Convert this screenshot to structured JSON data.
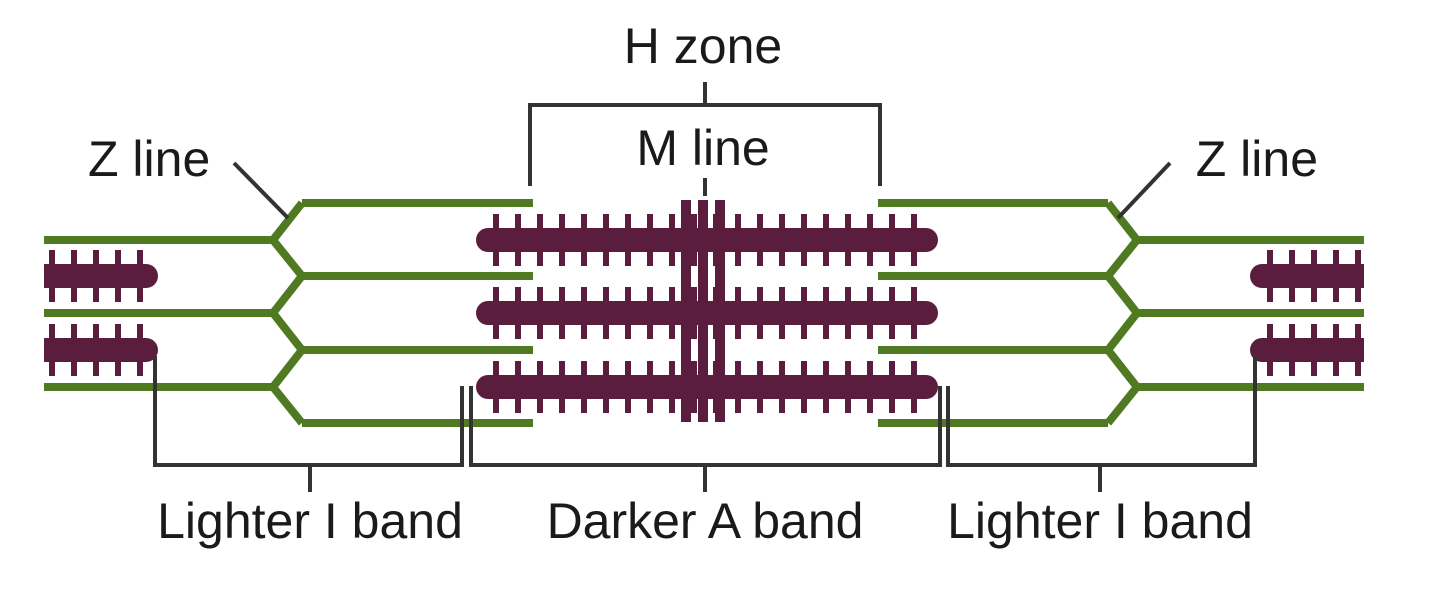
{
  "labels": {
    "h_zone": "H zone",
    "m_line": "M line",
    "z_line_left": "Z line",
    "z_line_right": "Z line",
    "i_band_left": "Lighter I band",
    "a_band": "Darker A band",
    "i_band_right": "Lighter I band"
  },
  "colors": {
    "thin_filament": "#4f7a21",
    "thick_filament": "#5b1d3d",
    "bracket": "#333333",
    "background": "#ffffff"
  }
}
